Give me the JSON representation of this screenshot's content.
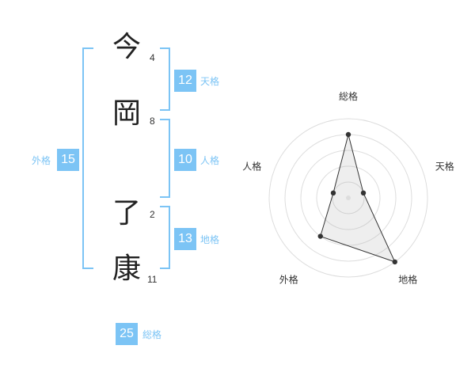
{
  "name": {
    "characters": [
      {
        "char": "今",
        "strokes": "4"
      },
      {
        "char": "岡",
        "strokes": "8"
      },
      {
        "char": "了",
        "strokes": "2"
      },
      {
        "char": "康",
        "strokes": "11"
      }
    ]
  },
  "scores": {
    "tenkaku": {
      "value": "12",
      "label": "天格"
    },
    "jinkaku": {
      "value": "10",
      "label": "人格"
    },
    "chikaku": {
      "value": "13",
      "label": "地格"
    },
    "gaikaku": {
      "value": "15",
      "label": "外格"
    },
    "soukaku": {
      "value": "25",
      "label": "総格"
    }
  },
  "colors": {
    "accent": "#7cc4f5",
    "text": "#222222",
    "grid": "#dddddd"
  },
  "chart_data": {
    "type": "radar",
    "axes": [
      "総格",
      "天格",
      "地格",
      "外格",
      "人格"
    ],
    "values": [
      4,
      1,
      5,
      3,
      1
    ],
    "rings": 5,
    "range": [
      0,
      5
    ],
    "grid": true
  }
}
